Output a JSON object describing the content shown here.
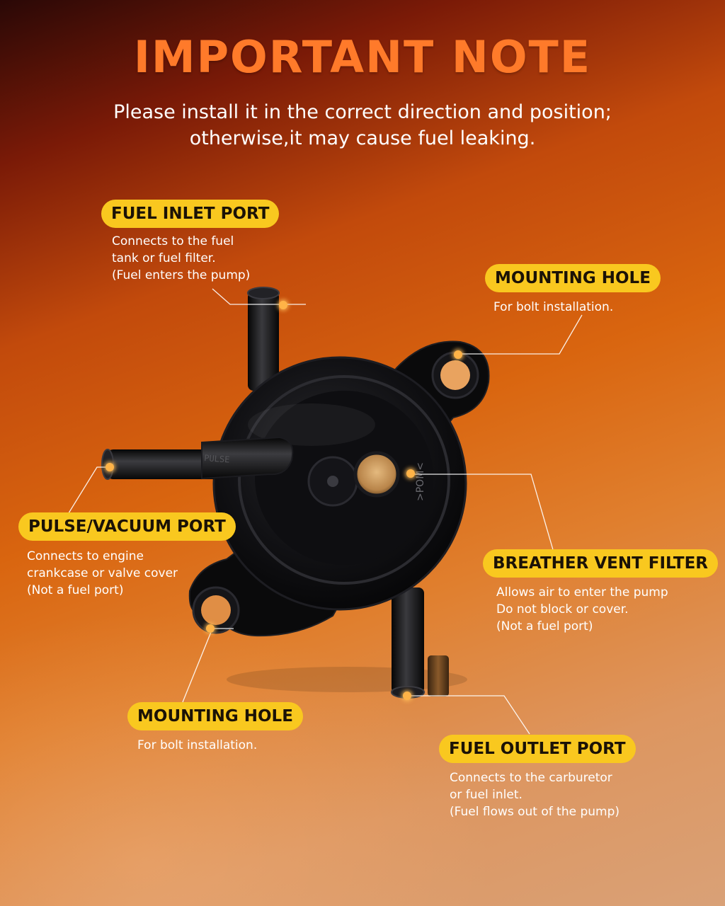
{
  "header": {
    "title": "IMPORTANT NOTE",
    "subtitle_line1": "Please install it in the correct direction and position;",
    "subtitle_line2": "otherwise,it may cause fuel leaking."
  },
  "pump_labels": {
    "pulse": "PULSE",
    "pom": ">POM<"
  },
  "callouts": {
    "fuel_inlet": {
      "title": "FUEL INLET PORT",
      "lines": [
        "Connects to the fuel",
        "tank or fuel filter.",
        "(Fuel enters the pump)"
      ]
    },
    "mounting_hole_top": {
      "title": "MOUNTING HOLE",
      "lines": [
        "For bolt installation."
      ]
    },
    "pulse_vacuum": {
      "title": "PULSE/VACUUM PORT",
      "lines": [
        "Connects to engine",
        "crankcase or valve cover",
        "(Not a fuel port)"
      ]
    },
    "breather": {
      "title": "BREATHER VENT FILTER",
      "lines": [
        "Allows air to enter the pump",
        "Do not block or cover.",
        "(Not a fuel port)"
      ]
    },
    "mounting_hole_bottom": {
      "title": "MOUNTING HOLE",
      "lines": [
        "For bolt installation."
      ]
    },
    "fuel_outlet": {
      "title": "FUEL OUTLET PORT",
      "lines": [
        "Connects to the carburetor",
        "or fuel inlet.",
        "(Fuel flows out of the pump)"
      ]
    }
  },
  "colors": {
    "title": "#ff7a2a",
    "pill": "#f9c81f",
    "pump_body": "#0b0b0c",
    "filter": "#c9965a"
  }
}
